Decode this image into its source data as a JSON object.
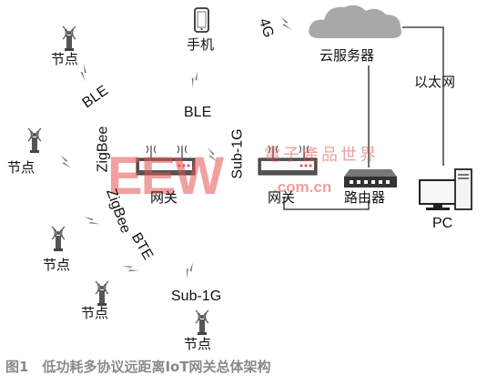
{
  "labels": {
    "node_top_left": "节点",
    "node_left": "节点",
    "node_bottom_left": "节点",
    "node_bottom_mid": "节点",
    "node_bottom": "节点",
    "phone": "手机",
    "cloud": "云服务器",
    "ethernet": "以太网",
    "gateway_left": "网关",
    "gateway_right": "网关",
    "router": "路由器",
    "pc": "PC",
    "ble_top": "BLE",
    "ble_mid": "BLE",
    "fourg": "4G",
    "zigbee_upper": "ZigBee",
    "zigbee_lower": "ZigBee",
    "bte": "BTE",
    "sub1g_vertical": "Sub-1G",
    "sub1g_bottom": "Sub-1G"
  },
  "watermark": {
    "logo": "EEW",
    "text": "電子產品世界",
    "url": ".com.cn"
  },
  "caption": "图1　低功耗多协议远距离IoT网关总体架构",
  "colors": {
    "device": "#444444",
    "cloud": "#9a9a9a",
    "line": "#222222",
    "watermark": "#e65050",
    "caption": "#8a8a8a"
  }
}
